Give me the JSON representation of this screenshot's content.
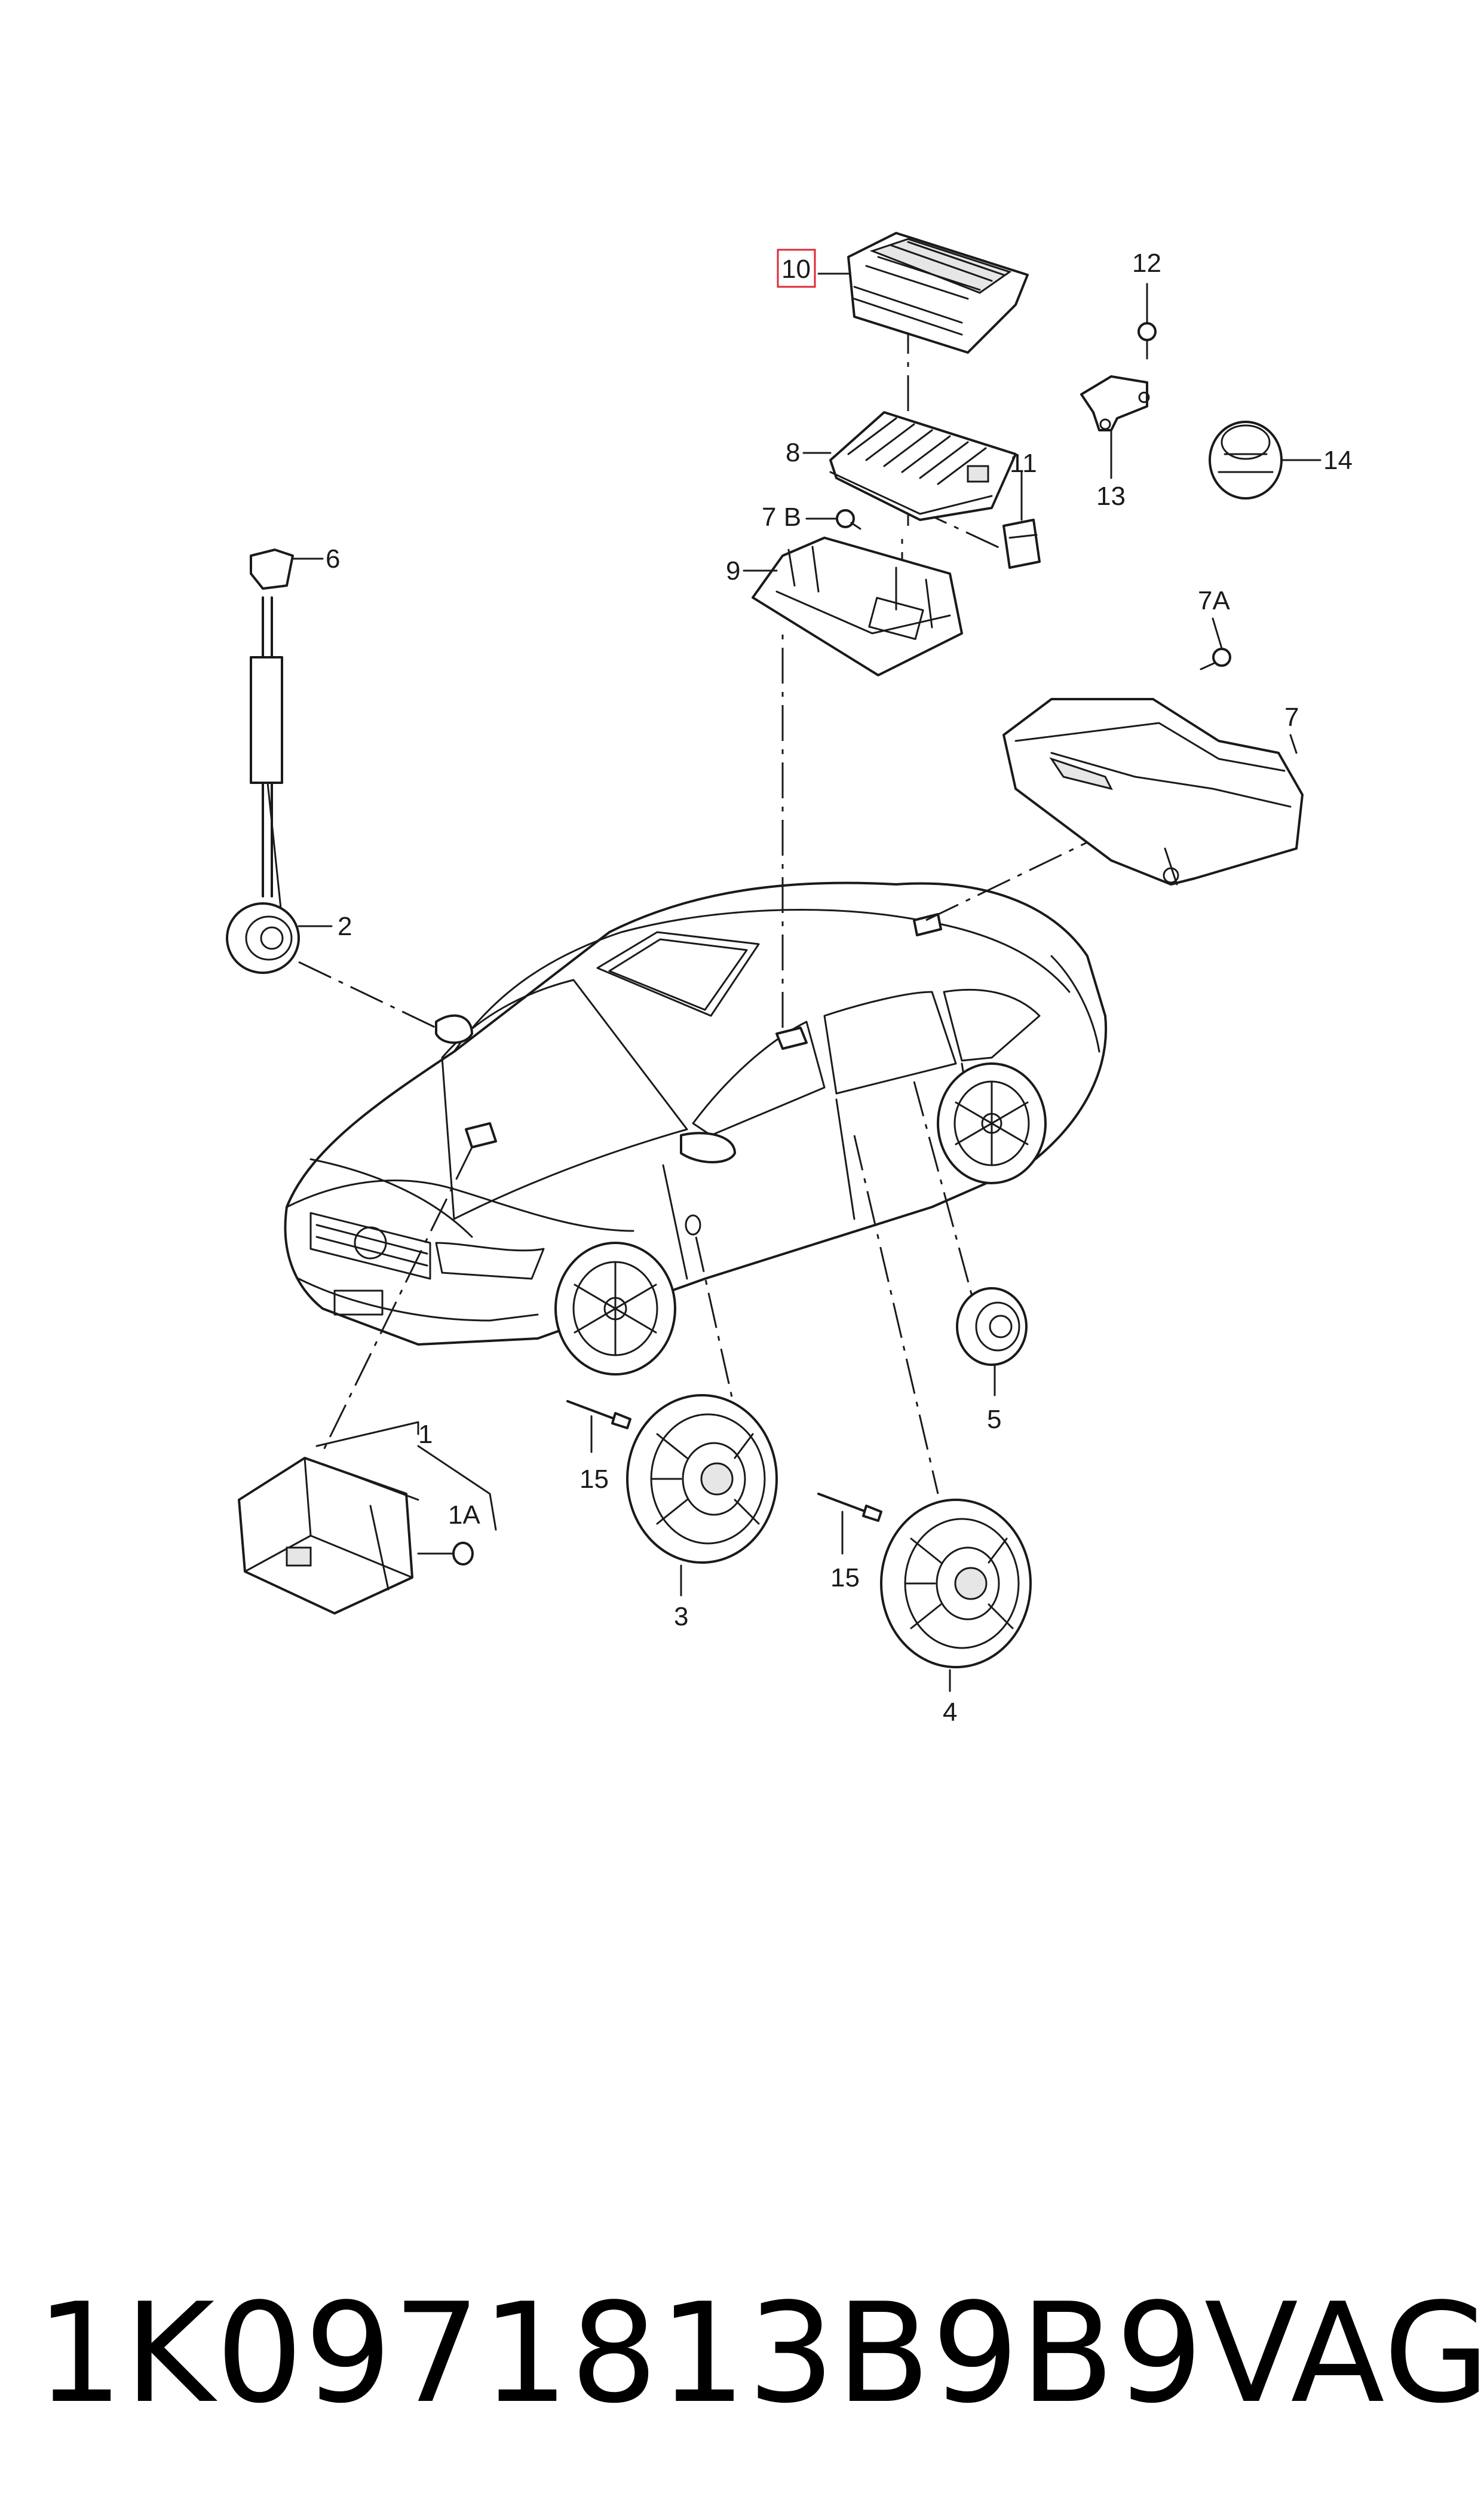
{
  "callouts": {
    "c1": "1",
    "c1A": "1A",
    "c2": "2",
    "c3": "3",
    "c4": "4",
    "c5": "5",
    "c6": "6",
    "c7": "7",
    "c7A": "7A",
    "c7B": "7 B",
    "c8": "8",
    "c9": "9",
    "c10": "10",
    "c11": "11",
    "c12": "12",
    "c13": "13",
    "c14": "14",
    "c15a": "15",
    "c15b": "15"
  },
  "highlight_color": "#e0283c",
  "footer": {
    "part_number": "1K0971813B9B9",
    "brand": "VAG"
  }
}
